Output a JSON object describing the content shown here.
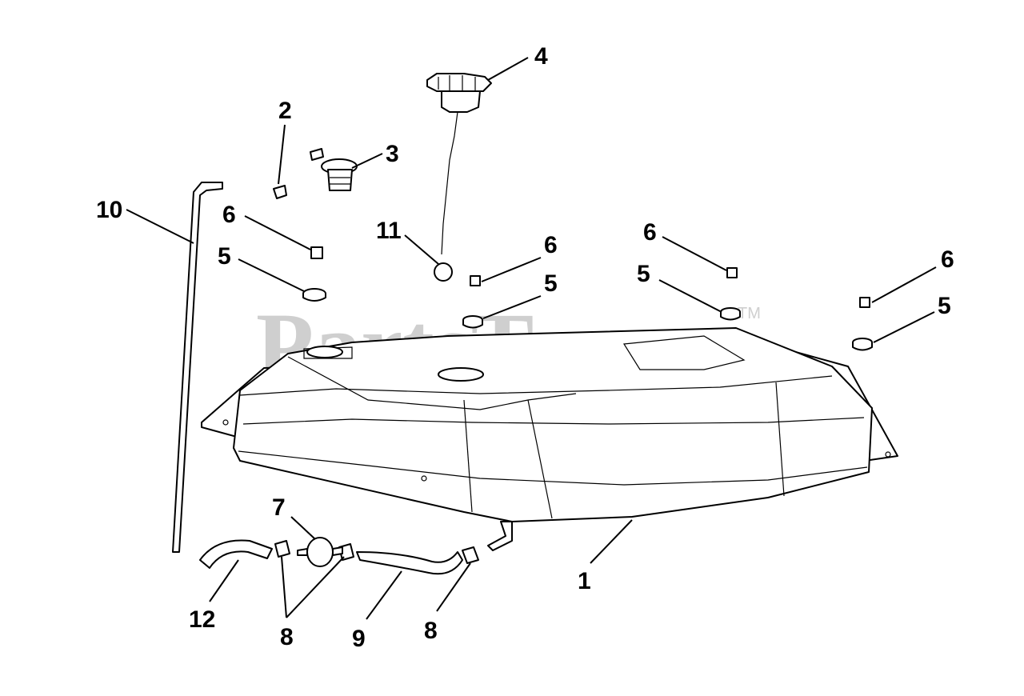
{
  "watermark": {
    "text": "PartsTree",
    "trademark": "TM"
  },
  "callouts": [
    {
      "id": "callout-4",
      "label": "4"
    },
    {
      "id": "callout-2",
      "label": "2"
    },
    {
      "id": "callout-3",
      "label": "3"
    },
    {
      "id": "callout-10",
      "label": "10"
    },
    {
      "id": "callout-6a",
      "label": "6"
    },
    {
      "id": "callout-5a",
      "label": "5"
    },
    {
      "id": "callout-11",
      "label": "11"
    },
    {
      "id": "callout-6b",
      "label": "6"
    },
    {
      "id": "callout-5b",
      "label": "5"
    },
    {
      "id": "callout-6c",
      "label": "6"
    },
    {
      "id": "callout-5c",
      "label": "5"
    },
    {
      "id": "callout-6d",
      "label": "6"
    },
    {
      "id": "callout-5d",
      "label": "5"
    },
    {
      "id": "callout-7",
      "label": "7"
    },
    {
      "id": "callout-1",
      "label": "1"
    },
    {
      "id": "callout-12",
      "label": "12"
    },
    {
      "id": "callout-8a",
      "label": "8"
    },
    {
      "id": "callout-9",
      "label": "9"
    },
    {
      "id": "callout-8b",
      "label": "8"
    }
  ]
}
